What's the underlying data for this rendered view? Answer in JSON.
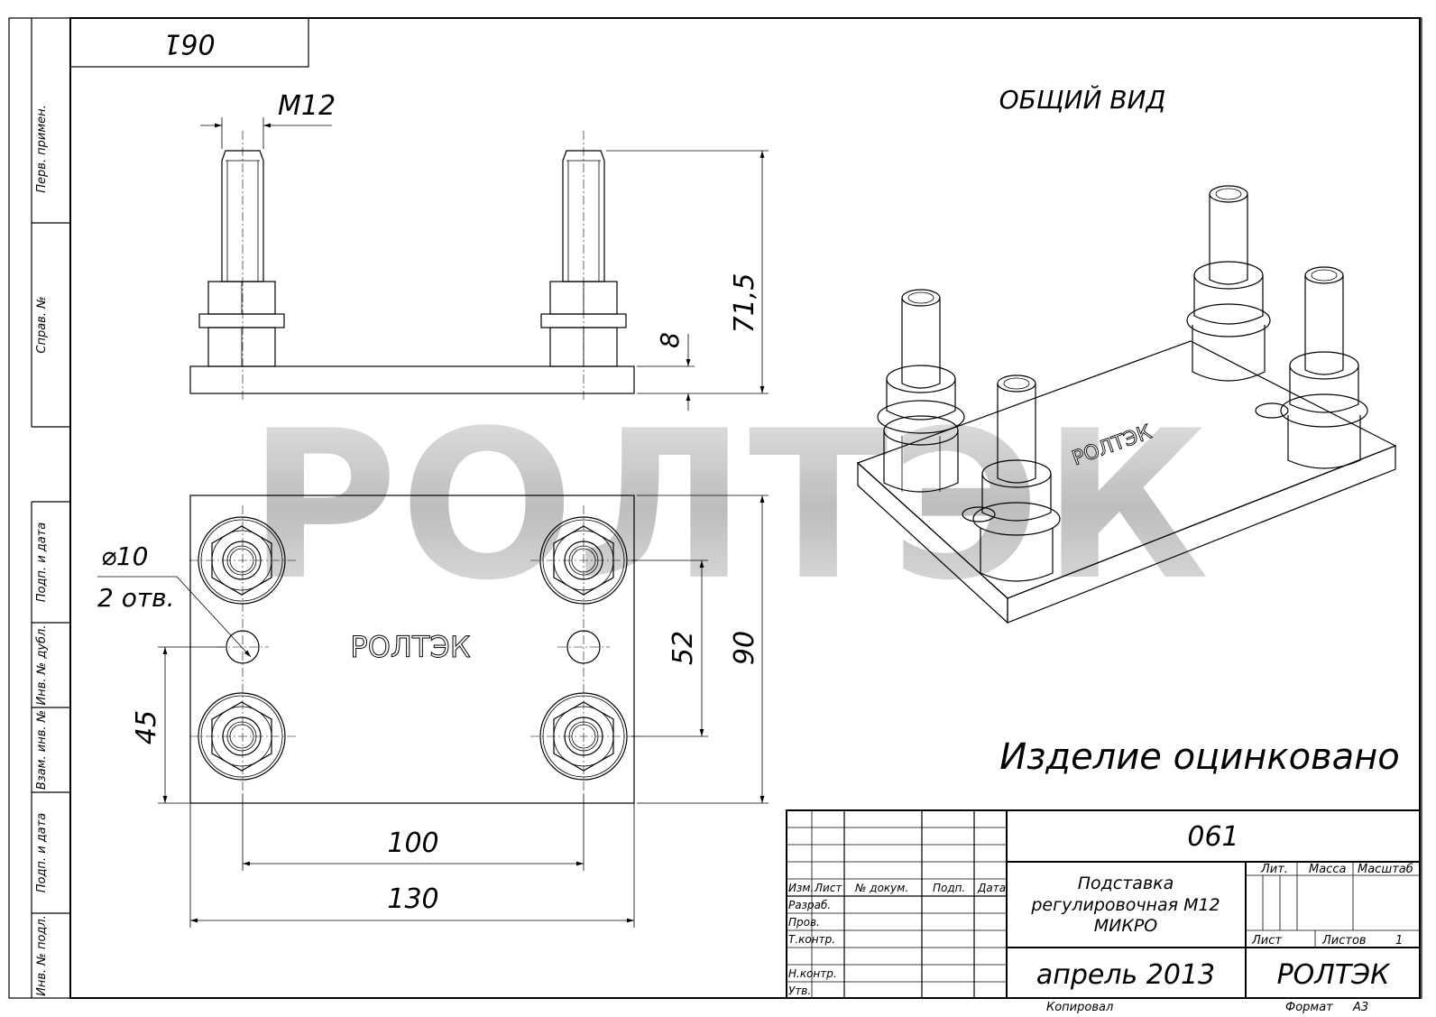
{
  "stamp_code_rotated": "061",
  "side_labels": {
    "perv_primen": "Перв. примен.",
    "sprav_no": "Справ. №",
    "podp_i_data_1": "Подп. и дата",
    "inv_no_dubl": "Инв. № дубл.",
    "vzam_inv_no": "Взам. инв. №",
    "podp_i_data_2": "Подп. и дата",
    "inv_no_podl": "Инв. № подл."
  },
  "view_title": "ОБЩИЙ ВИД",
  "dimensions": {
    "thread": "М12",
    "height_total": "71,5",
    "plate_thickness": "8",
    "hole_dia": "⌀10",
    "hole_count": "2 отв.",
    "bolt_spacing_v": "52",
    "plate_height": "90",
    "hole_offset": "45",
    "bolt_spacing_h": "100",
    "plate_width": "130"
  },
  "plate_mark": "РОЛТЭК",
  "iso_mark": "РОЛТЭК",
  "watermark": "РОЛТЭК",
  "note": "Изделие оцинковано",
  "title_block": {
    "doc_code": "061",
    "name_line1": "Подставка",
    "name_line2": "регулировочная М12",
    "name_line3": "МИКРО",
    "col_izm": "Изм.",
    "col_list": "Лист",
    "col_dokum": "№ докум.",
    "col_podp": "Подп.",
    "col_data": "Дата",
    "row_razrab": "Разраб.",
    "row_prov": "Пров.",
    "row_tkontr": "Т.контр.",
    "row_nkontr": "Н.контр.",
    "row_utv": "Утв.",
    "lit": "Лит.",
    "massa": "Масса",
    "masshtab": "Масштаб",
    "list_label": "Лист",
    "listov_label": "Листов",
    "listov_value": "1",
    "date": "апрель 2013",
    "company": "РОЛТЭК",
    "kopiroval": "Копировал",
    "format_label": "Формат",
    "format_value": "А3"
  }
}
